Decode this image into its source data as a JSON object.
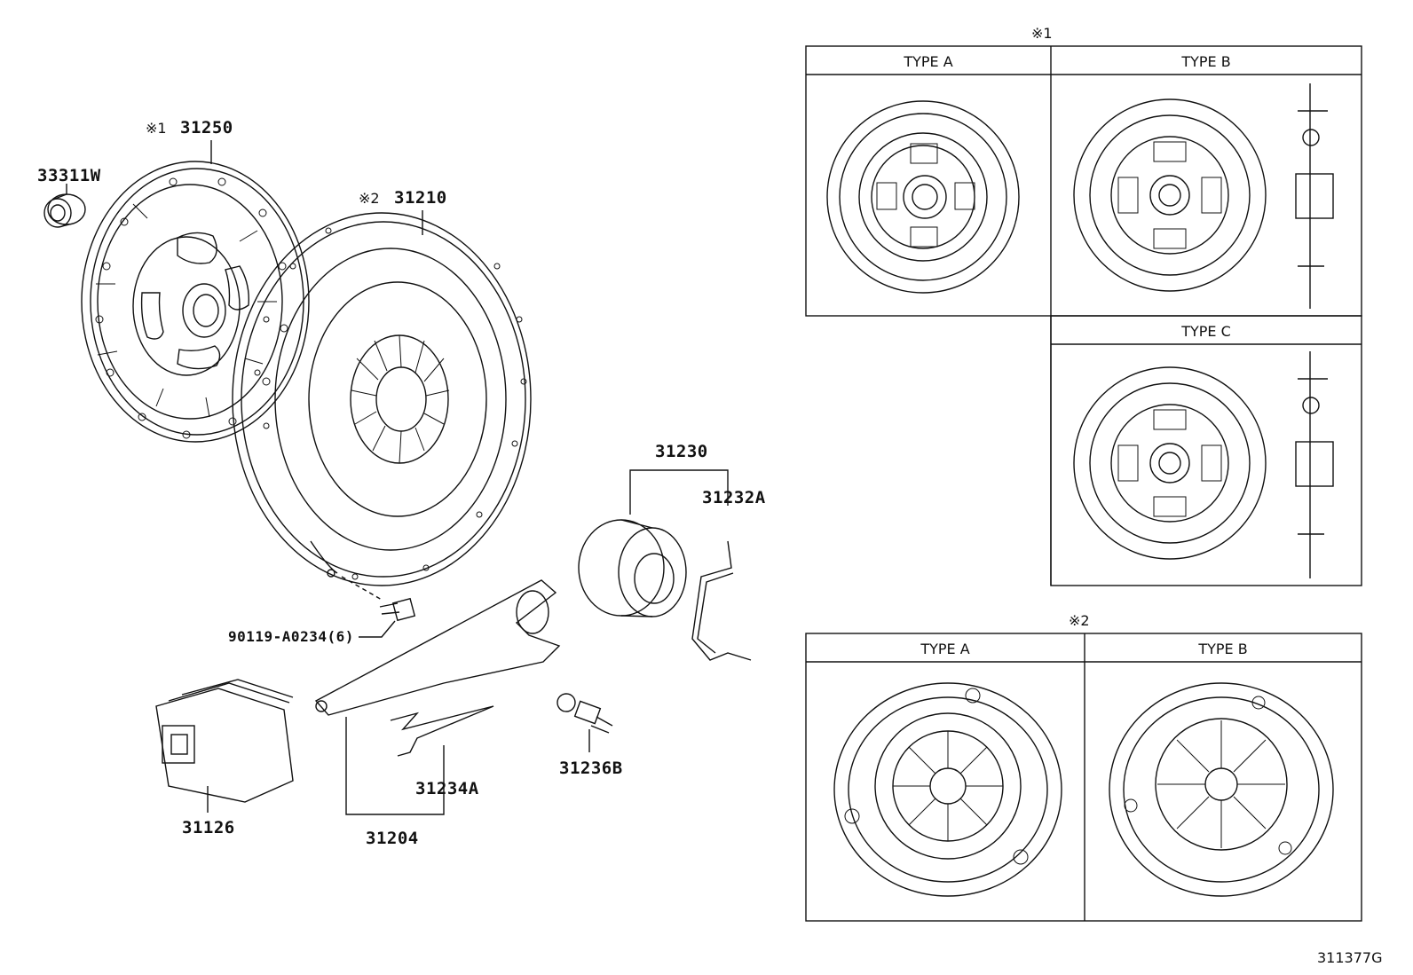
{
  "parts": {
    "p33311w": "33311W",
    "p31250": "31250",
    "p31210": "31210",
    "p31230": "31230",
    "p31232a": "31232A",
    "p90119": "90119-A0234(6)",
    "p31236b": "31236B",
    "p31234a": "31234A",
    "p31126": "31126",
    "p31204": "31204"
  },
  "markers": {
    "m1": "※1",
    "m2": "※2"
  },
  "panels": {
    "variant1_marker": "※1",
    "variant1_type_a": "TYPE A",
    "variant1_type_b": "TYPE B",
    "variant1_type_c": "TYPE C",
    "variant2_marker": "※2",
    "variant2_type_a": "TYPE A",
    "variant2_type_b": "TYPE B"
  },
  "diagram_code": "311377G"
}
